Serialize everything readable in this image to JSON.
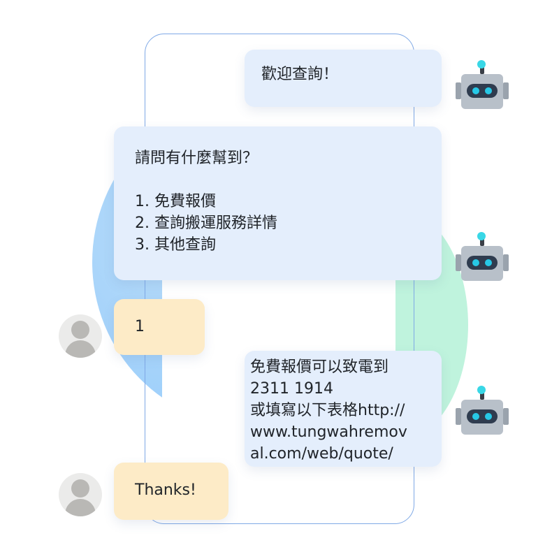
{
  "messages": [
    {
      "sender": "bot",
      "lines": [
        "歡迎查詢！"
      ]
    },
    {
      "sender": "bot",
      "lines": [
        "請問有什麼幫到？",
        "",
        "1. 免費報價",
        "2. 查詢搬運服務詳情",
        "3. 其他查詢"
      ]
    },
    {
      "sender": "user",
      "lines": [
        "1"
      ]
    },
    {
      "sender": "bot",
      "lines": [
        "免費報價可以致電到",
        "2311 1914",
        "或填寫以下表格http://",
        "www.tungwahremov",
        "al.com/web/quote/"
      ]
    },
    {
      "sender": "user",
      "lines": [
        "Thanks!"
      ]
    }
  ],
  "icons": {
    "bot_avatar": "robot-icon",
    "user_avatar": "user-avatar-icon"
  },
  "colors": {
    "bot_bubble": "#e4eefc",
    "user_bubble": "#fdebc7",
    "phone_outline": "#7fa9e6",
    "bg_blue": "#9fd0fb",
    "bg_green": "#bff3dd"
  }
}
